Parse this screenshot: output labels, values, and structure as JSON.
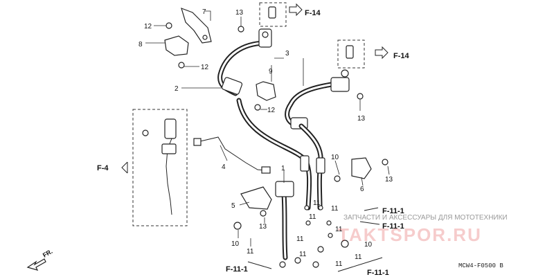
{
  "callouts": {
    "c1": "1",
    "c2": "2",
    "c3": "3",
    "c4": "4",
    "c5": "5",
    "c6": "6",
    "c7": "7",
    "c8": "8",
    "c9": "9",
    "c10a": "10",
    "c10b": "10",
    "c10c": "10",
    "c11a": "11",
    "c11b": "11",
    "c11c": "11",
    "c11d": "11",
    "c11e": "11",
    "c11f": "11",
    "c11g": "11",
    "c11h": "11",
    "c11i": "11",
    "c12a": "12",
    "c12b": "12",
    "c12c": "12",
    "c13a": "13",
    "c13b": "13",
    "c13c": "13",
    "c13d": "13"
  },
  "refs": {
    "f14_top": "F-14",
    "f14_right": "F-14",
    "f4": "F-4",
    "f111_a": "F-11-1",
    "f111_b": "F-11-1",
    "f111_c": "F-11-1",
    "f111_d": "F-11-1"
  },
  "watermark": {
    "subtitle": "ЗАПЧАСТИ И АКСЕССУАРЫ ДЛЯ МОТОТЕХНИКИ",
    "brand": "TAKTSPOR.RU"
  },
  "front_label": "FR.",
  "diagram_code": "MCW4-F0500 B",
  "colors": {
    "ink": "#222222",
    "watermark": "#d33333"
  }
}
